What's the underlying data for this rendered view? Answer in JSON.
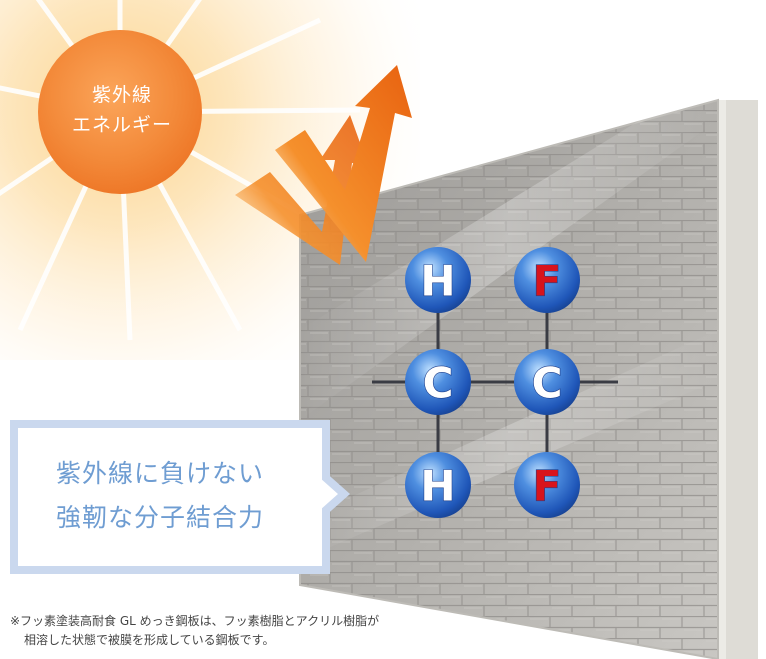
{
  "sun": {
    "line1": "紫外線",
    "line2": "エネルギー"
  },
  "callout": {
    "line1": "紫外線に負けない",
    "line2": "強靭な分子結合力"
  },
  "molecule": {
    "atoms": [
      "H",
      "F",
      "C",
      "C",
      "H",
      "F"
    ]
  },
  "footnote": {
    "line1": "※フッ素塗装高耐食 GL めっき鋼板は、フッ素樹脂とアクリル樹脂が",
    "line2": "相溶した状態で被膜を形成している鋼板です。"
  },
  "colors": {
    "sun": "#f07a28",
    "arrow": "#ef7a1c",
    "atom": "#2f6fd0",
    "fluorine": "#d8141c",
    "callout_border": "#cad8ee",
    "callout_text": "#6f9dd2"
  }
}
